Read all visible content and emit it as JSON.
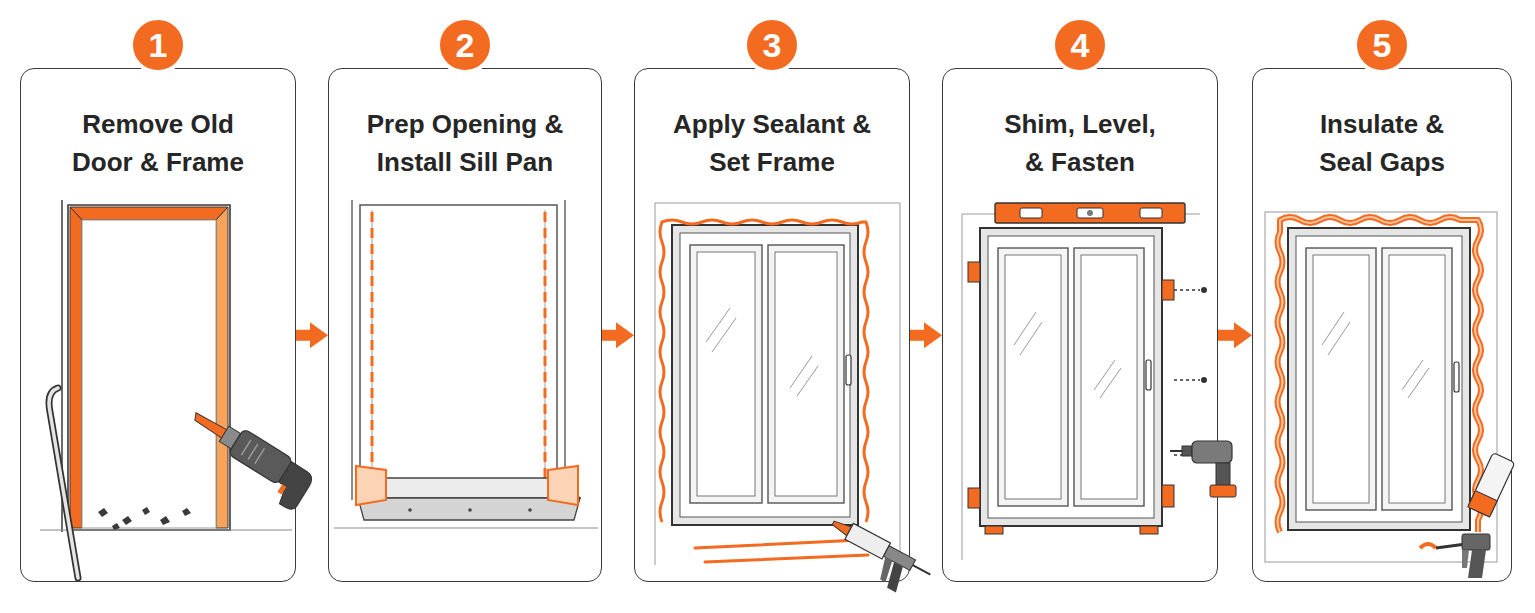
{
  "diagram": {
    "nodes": [
      {
        "text": [
          "1"
        ]
      },
      {
        "text": [
          "Remove Old Door & Frame"
        ]
      },
      {
        "text": [
          "2"
        ]
      },
      {
        "text": [
          "Prep Opening & Install Sill Pan"
        ]
      },
      {
        "text": [
          "3"
        ]
      },
      {
        "text": [
          "Apply Sealant & Set Frame"
        ]
      },
      {
        "text": [
          "4"
        ]
      },
      {
        "text": [
          "Shim, Level, & Fasten"
        ]
      },
      {
        "text": [
          "5"
        ]
      },
      {
        "text": [
          "Insulate & Seal Gaps"
        ]
      }
    ],
    "edges": [
      {
        "from": 1,
        "to": 3,
        "arrow": "to"
      },
      {
        "from": 3,
        "to": 5,
        "arrow": "to"
      },
      {
        "from": 5,
        "to": 7,
        "arrow": "to"
      },
      {
        "from": 7,
        "to": 9,
        "arrow": "to"
      }
    ]
  }
}
